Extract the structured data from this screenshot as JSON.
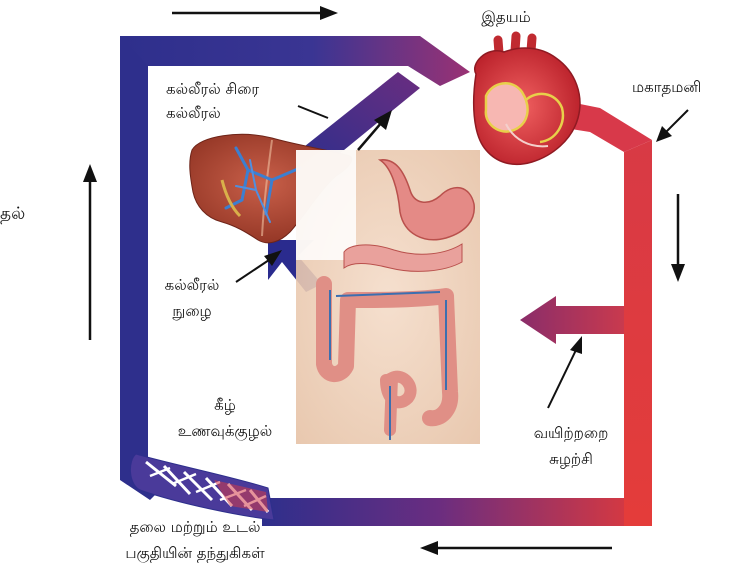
{
  "labels": {
    "heart": "இதயம்",
    "aorta": "மகாதமனி",
    "hepatic_vein_line1": "கல்லீரல் சிரை",
    "hepatic_vein_line2": "கல்லீரல்",
    "hepatic_portal_line1": "கல்லீரல்",
    "hepatic_portal_line2": "நுழை",
    "lower_gut_line1": "கீழ்",
    "lower_gut_line2": "உணவுக்குழல்",
    "mesenteric_line1": "வயிற்றறை",
    "mesenteric_line2": "சுழற்சி",
    "capillaries_line1": "தலை மற்றும் உடல்",
    "capillaries_line2": "பகுதியின் தந்துகிகள்",
    "left_edge_fragment": "தல்"
  },
  "icons": [
    "heart-illustration",
    "liver-illustration",
    "stomach-intestine-illustration",
    "capillary-bed-illustration"
  ],
  "colors": {
    "deoxygenated": "#2e2f8c",
    "oxygenated": "#e23a3a",
    "transition": "#8a2d6a",
    "arrow": "#111111",
    "liver": "#a8432f",
    "vessel_blue": "#3b7fd1",
    "gut_pink": "#e48a86"
  }
}
